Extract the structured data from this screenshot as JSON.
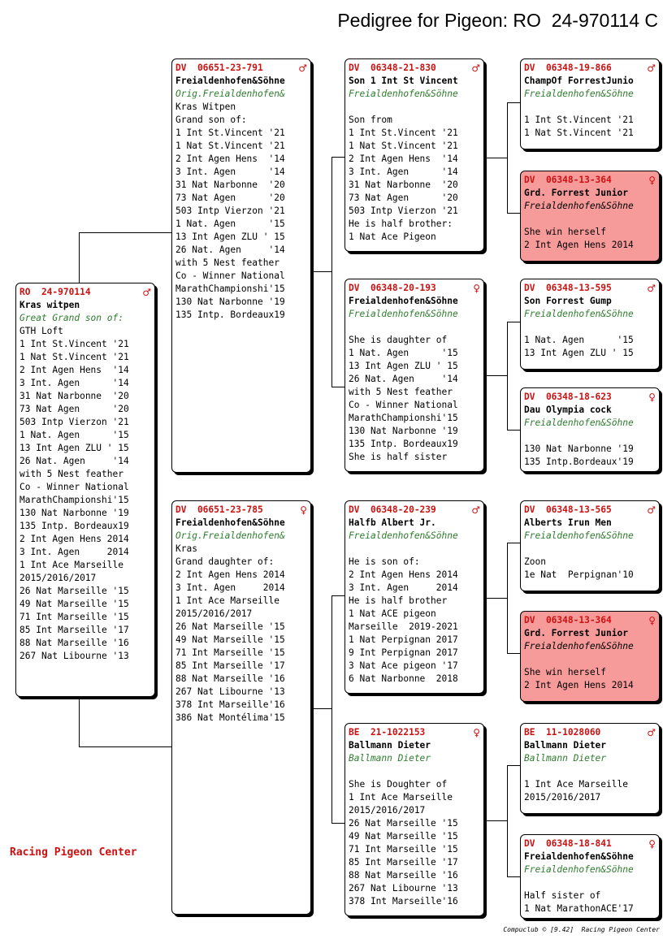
{
  "title": "Pedigree for Pigeon: RO  24-970114 C",
  "org_label": "Racing Pigeon Center",
  "footer": "Compuclub © [9.42]  Racing Pigeon Center",
  "cards": [
    {
      "ring": "RO  24-970114",
      "sex": "♂",
      "name": "Kras witpen",
      "breeder": "Great Grand son of:",
      "pink": false,
      "lines": [
        "GTH Loft",
        "1 Int St.Vincent '21",
        "1 Nat St.Vincent '21",
        "2 Int Agen Hens  '14",
        "3 Int. Agen      '14",
        "31 Nat Narbonne  '20",
        "73 Nat Agen      '20",
        "503 Intp Vierzon '21",
        "1 Nat. Agen      '15",
        "13 Int Agen ZLU ' 15",
        "26 Nat. Agen     '14",
        "with 5 Nest feather",
        "Co - Winner National",
        "MarathChampionshi'15",
        "130 Nat Narbonne '19",
        "135 Intp. Bordeaux19",
        "2 Int Agen Hens 2014",
        "3 Int. Agen     2014",
        "1 Int Ace Marseille",
        "2015/2016/2017",
        "26 Nat Marseille '15",
        "49 Nat Marseille '15",
        "71 Int Marseille '15",
        "85 Int Marseille '17",
        "88 Nat Marseille '16",
        "267 Nat Libourne '13"
      ]
    },
    {
      "ring": "DV  06651-23-791",
      "sex": "♂",
      "name": "Freialdenhofen&Söhne",
      "breeder": "Orig.Freialdenhofen&",
      "pink": false,
      "lines": [
        "Kras Witpen",
        "Grand son of:",
        "1 Int St.Vincent '21",
        "1 Nat St.Vincent '21",
        "2 Int Agen Hens  '14",
        "3 Int. Agen      '14",
        "31 Nat Narbonne  '20",
        "73 Nat Agen      '20",
        "503 Intp Vierzon '21",
        "1 Nat. Agen      '15",
        "13 Int Agen ZLU ' 15",
        "26 Nat. Agen     '14",
        "with 5 Nest feather",
        "Co - Winner National",
        "MarathChampionshi'15",
        "130 Nat Narbonne '19",
        "135 Intp. Bordeaux19"
      ]
    },
    {
      "ring": "DV  06651-23-785",
      "sex": "♀",
      "name": "Freialdenhofen&Söhne",
      "breeder": "Orig.Freialdenhofen&",
      "pink": false,
      "lines": [
        "Kras",
        "Grand daughter of:",
        "2 Int Agen Hens 2014",
        "3 Int. Agen     2014",
        "1 Int Ace Marseille",
        "2015/2016/2017",
        "26 Nat Marseille '15",
        "49 Nat Marseille '15",
        "71 Int Marseille '15",
        "85 Int Marseille '17",
        "88 Nat Marseille '16",
        "267 Nat Libourne '13",
        "378 Int Marseille'16",
        "386 Nat Montélima'15"
      ]
    },
    {
      "ring": "DV  06348-21-830",
      "sex": "♂",
      "name": "Son 1 Int St Vincent",
      "breeder": "Freialdenhofen&Söhne",
      "pink": false,
      "lines": [
        "",
        "Son from",
        "1 Int St.Vincent '21",
        "1 Nat St.Vincent '21",
        "2 Int Agen Hens  '14",
        "3 Int. Agen      '14",
        "31 Nat Narbonne  '20",
        "73 Nat Agen      '20",
        "503 Intp Vierzon '21",
        "He is half brother:",
        "1 Nat Ace Pigeon"
      ]
    },
    {
      "ring": "DV  06348-20-193",
      "sex": "♀",
      "name": "Freialdenhofen&Söhne",
      "breeder": "Freialdenhofen&Söhne",
      "pink": false,
      "lines": [
        "",
        "She is daughter of",
        "1 Nat. Agen      '15",
        "13 Int Agen ZLU ' 15",
        "26 Nat. Agen     '14",
        "with 5 Nest feather",
        "Co - Winner National",
        "MarathChampionshi'15",
        "130 Nat Narbonne '19",
        "135 Intp. Bordeaux19",
        "She is half sister"
      ]
    },
    {
      "ring": "DV  06348-20-239",
      "sex": "♂",
      "name": "Halfb Albert Jr.",
      "breeder": "Freialdenhofen&Söhne",
      "pink": false,
      "lines": [
        "",
        "He is son of:",
        "2 Int Agen Hens 2014",
        "3 Int. Agen     2014",
        "He is half brother",
        "1 Nat ACE pigeon",
        "Marseille  2019-2021",
        "1 Nat Perpignan 2017",
        "9 Int Perpignan 2017",
        "3 Nat Ace pigeon '17",
        "6 Nat Narbonne  2018"
      ]
    },
    {
      "ring": "BE  21-1022153",
      "sex": "♀",
      "name": "Ballmann Dieter",
      "breeder": "Ballmann Dieter",
      "pink": false,
      "lines": [
        "",
        "She is Doughter of",
        "1 Int Ace Marseille",
        "2015/2016/2017",
        "26 Nat Marseille '15",
        "49 Nat Marseille '15",
        "71 Int Marseille '15",
        "85 Int Marseille '17",
        "88 Nat Marseille '16",
        "267 Nat Libourne '13",
        "378 Int Marseille'16"
      ]
    },
    {
      "ring": "DV  06348-19-866",
      "sex": "♂",
      "name": "ChampOf ForrestJunio",
      "breeder": "Freialdenhofen&Söhne",
      "pink": false,
      "lines": [
        "",
        "1 Int St.Vincent '21",
        "1 Nat St.Vincent '21"
      ]
    },
    {
      "ring": "DV  06348-13-364",
      "sex": "♀",
      "name": "Grd. Forrest Junior",
      "breeder": "Freialdenhofen&Söhne",
      "pink": true,
      "lines": [
        "",
        "She win herself",
        "2 Int Agen Hens 2014"
      ]
    },
    {
      "ring": "DV  06348-13-595",
      "sex": "♂",
      "name": "Son Forrest Gump",
      "breeder": "Freialdenhofen&Söhne",
      "pink": false,
      "lines": [
        "",
        "1 Nat. Agen      '15",
        "13 Int Agen ZLU ' 15"
      ]
    },
    {
      "ring": "DV  06348-18-623",
      "sex": "♀",
      "name": "Dau Olympia cock",
      "breeder": "Freialdenhofen&Söhne",
      "pink": false,
      "lines": [
        "",
        "130 Nat Narbonne '19",
        "135 Intp.Bordeaux'19"
      ]
    },
    {
      "ring": "DV  06348-13-565",
      "sex": "♂",
      "name": "Alberts Irun Men",
      "breeder": "Freialdenhofen&Söhne",
      "pink": false,
      "lines": [
        "",
        "Zoon",
        "1e Nat  Perpignan'10"
      ]
    },
    {
      "ring": "DV  06348-13-364",
      "sex": "♀",
      "name": "Grd. Forrest Junior",
      "breeder": "Freialdenhofen&Söhne",
      "pink": true,
      "lines": [
        "",
        "She win herself",
        "2 Int Agen Hens 2014"
      ]
    },
    {
      "ring": "BE  11-1028060",
      "sex": "♂",
      "name": "Ballmann Dieter",
      "breeder": "Ballmann Dieter",
      "pink": false,
      "lines": [
        "",
        "1 Int Ace Marseille",
        "2015/2016/2017"
      ]
    },
    {
      "ring": "DV  06348-18-841",
      "sex": "♀",
      "name": "Freialdenhofen&Söhne",
      "breeder": "Freialdenhofen&Söhne",
      "pink": false,
      "lines": [
        "",
        "Half sister of",
        "1 Nat MarathonACE'17"
      ]
    }
  ]
}
